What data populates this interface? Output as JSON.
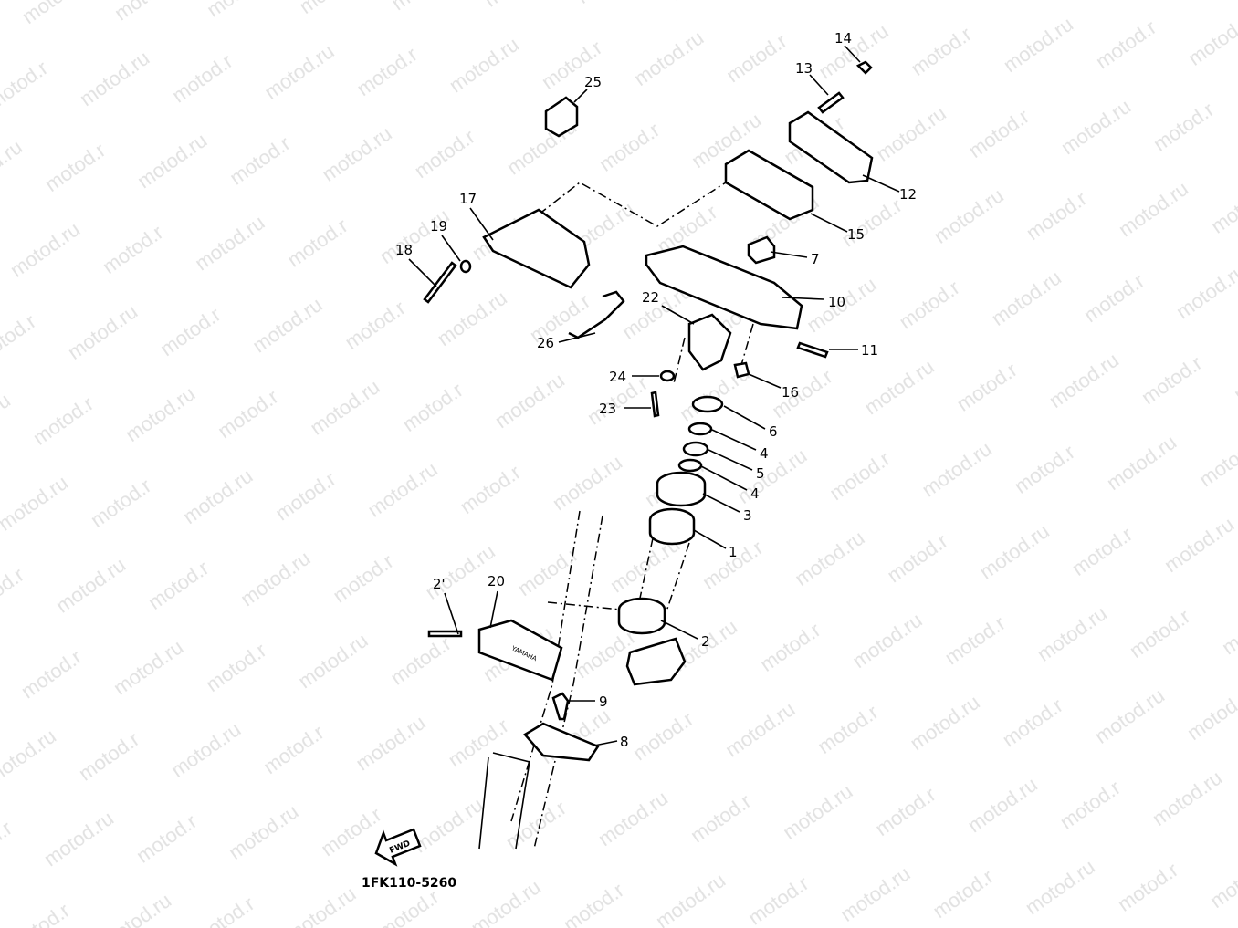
{
  "watermark": "motod.ru",
  "diagram_code": "1FK110-5260",
  "fwd_label": "FWD",
  "emblem_text": "YAMAHA",
  "labels": [
    "14",
    "13",
    "25",
    "12",
    "17",
    "15",
    "19",
    "18",
    "7",
    "10",
    "22",
    "26",
    "11",
    "24",
    "16",
    "23",
    "6",
    "4",
    "5",
    "4",
    "3",
    "1",
    "2'",
    "20",
    "2",
    "9",
    "8"
  ]
}
